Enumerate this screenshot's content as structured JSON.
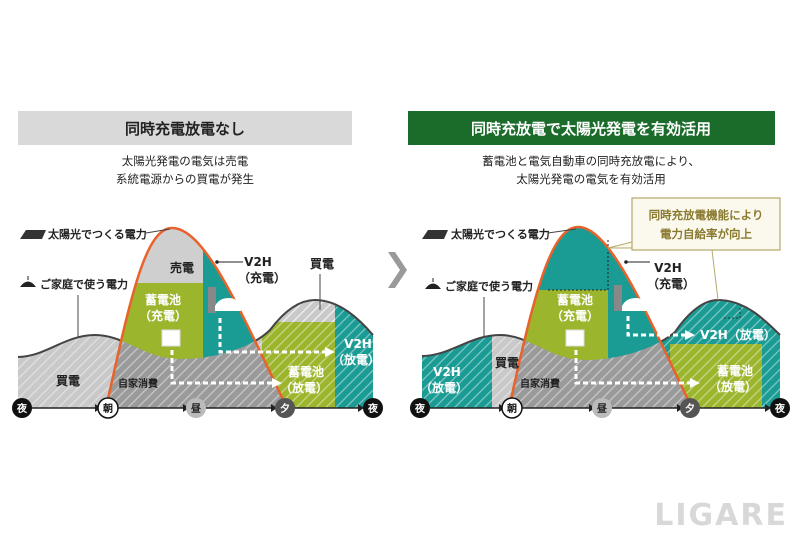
{
  "left": {
    "header": "同時充電放電なし",
    "subtitle": [
      "太陽光発電の電気は売電",
      "系統電源からの買電が発生"
    ],
    "labels": {
      "solar": "太陽光でつくる電力",
      "home": "ご家庭で使う電力",
      "sell": "売電",
      "battery_charge": [
        "蓄電池",
        "（充電）"
      ],
      "v2h_charge": [
        "V2H",
        "（充電）"
      ],
      "buy_evening": "買電",
      "v2h_discharge": [
        "V2H",
        "（放電）"
      ],
      "battery_discharge": [
        "蓄電池",
        "（放電）"
      ],
      "buy_night": "買電",
      "self_consumption": "自家消費"
    }
  },
  "right": {
    "header": "同時充放電で太陽光発電を有効活用",
    "subtitle": [
      "蓄電池と電気自動車の同時充放電により、",
      "太陽光発電の電気を有効活用"
    ],
    "callout": [
      "同時充放電機能により",
      "電力自給率が向上"
    ],
    "labels": {
      "solar": "太陽光でつくる電力",
      "home": "ご家庭で使う電力",
      "v2h_discharge_night": [
        "V2H",
        "（放電）"
      ],
      "buy_morning": "買電",
      "self_consumption": "自家消費",
      "battery_charge": [
        "蓄電池",
        "（充電）"
      ],
      "v2h_charge": [
        "V2H",
        "（充電）"
      ],
      "v2h_discharge": "V2H（放電）",
      "battery_discharge": [
        "蓄電池",
        "（放電）"
      ]
    }
  },
  "timeline": [
    "夜",
    "朝",
    "昼",
    "夕",
    "夜"
  ],
  "watermark": "LIGARE",
  "colors": {
    "teal": "#1a9b94",
    "olive": "#9bb52c",
    "orange": "#e8622a",
    "header_green": "#1b6b2b",
    "header_gray": "#d9d9d9"
  }
}
